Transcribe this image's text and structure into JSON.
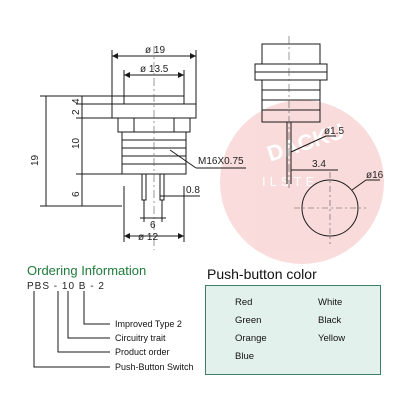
{
  "dimensions": {
    "d19": "ø 19",
    "d13_5": "ø 13.5",
    "h4": "4",
    "h2": "2",
    "h10": "10",
    "h19": "19",
    "h6": "6",
    "thread": "M16X0.75",
    "w0_8": "0.8",
    "w6": "6",
    "d12": "ø 12",
    "pin_d": "ø1.5",
    "pin_spacing": "3.4",
    "cap_d": "ø16"
  },
  "watermark": {
    "text": "DACKU",
    "sub": "ILSTE"
  },
  "ordering": {
    "title": "Ordering Information",
    "part_number": "PBS - 10 B - 2",
    "labels": [
      "Improved Type 2",
      "Circuitry trait",
      "Product order",
      "Push-Button Switch"
    ]
  },
  "colors": {
    "title": "Push-button color",
    "left": [
      "Red",
      "Green",
      "Orange",
      "Blue"
    ],
    "right": [
      "White",
      "Black",
      "Yellow"
    ],
    "box_border": "#3f7f6a",
    "box_fill": "#e3f1ec",
    "heading_green": "#1f7a3a",
    "watermark_red": "#e23b3b"
  }
}
